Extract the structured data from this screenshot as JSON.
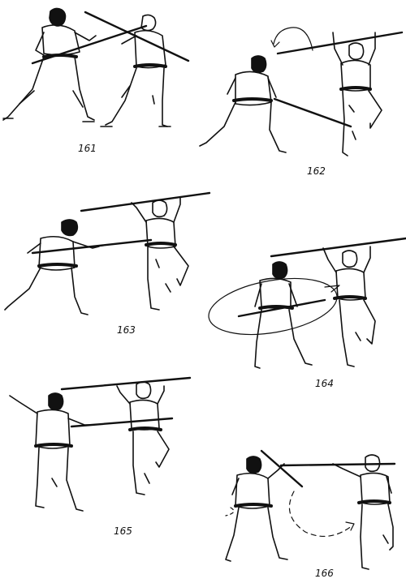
{
  "figures": [
    {
      "number": "161"
    },
    {
      "number": "162"
    },
    {
      "number": "163"
    },
    {
      "number": "164"
    },
    {
      "number": "165"
    },
    {
      "number": "166"
    }
  ],
  "colors": {
    "ink": "#111111",
    "paper": "#ffffff"
  }
}
